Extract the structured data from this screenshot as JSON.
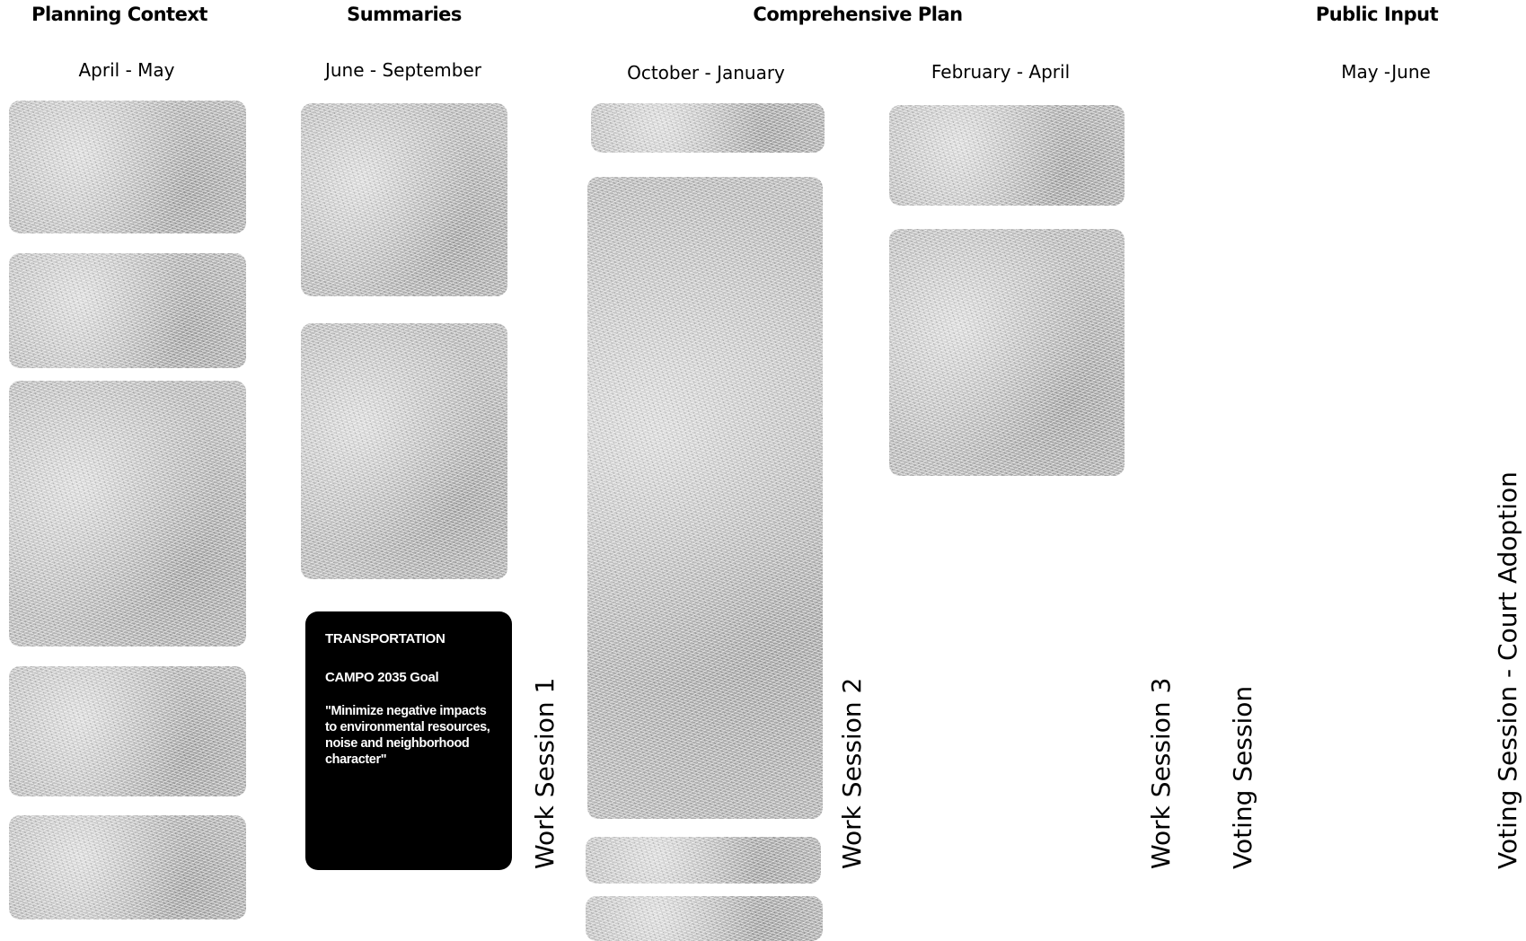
{
  "headers": {
    "planning_context": "Planning Context",
    "summaries": "Summaries",
    "comprehensive_plan": "Comprehensive Plan",
    "public_input": "Public Input"
  },
  "dates": {
    "april_may": "April - May",
    "june_september": "June - September",
    "october_january": "October - January",
    "february_april": "February - April",
    "may_june": "May -June"
  },
  "transportation_box": {
    "title": "TRANSPORTATION",
    "goal_label": "CAMPO 2035 Goal",
    "quote": "\"Minimize negative impacts to environmental resources, noise and neighborhood character\""
  },
  "sessions": {
    "work_session_1": "Work Session 1",
    "work_session_2": "Work Session 2",
    "work_session_3": "Work Session 3",
    "voting_session": "Voting Session",
    "voting_session_adoption": "Voting Session - Court Adoption"
  },
  "colors": {
    "highlight_box": "#000000",
    "faded_box": "#9a9a9a"
  }
}
